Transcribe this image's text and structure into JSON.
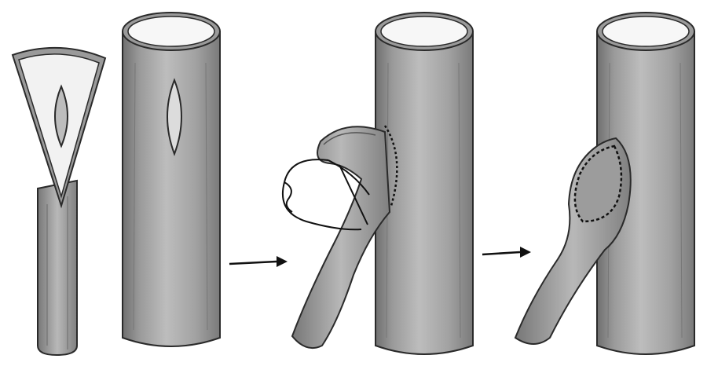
{
  "figure": {
    "panels": [
      {
        "name": "graft-vessel-with-spatulated-cut",
        "label": ""
      },
      {
        "name": "recipient-vessel-with-incision",
        "label": ""
      },
      {
        "name": "anastomosis-suturing-in-progress",
        "label": ""
      },
      {
        "name": "completed-end-to-side-anastomosis",
        "label": ""
      }
    ],
    "arrows": [
      {
        "name": "step-arrow-1",
        "icon": "right-arrow-icon"
      },
      {
        "name": "step-arrow-2",
        "icon": "right-arrow-icon"
      }
    ],
    "colors": {
      "vessel_fill": "#a9a9a9",
      "vessel_shadow": "#7d7d7d",
      "vessel_highlight": "#cfcfcf",
      "opening_fill": "#f6f6f6",
      "line": "#2a2a2a",
      "suture": "#111111"
    }
  }
}
